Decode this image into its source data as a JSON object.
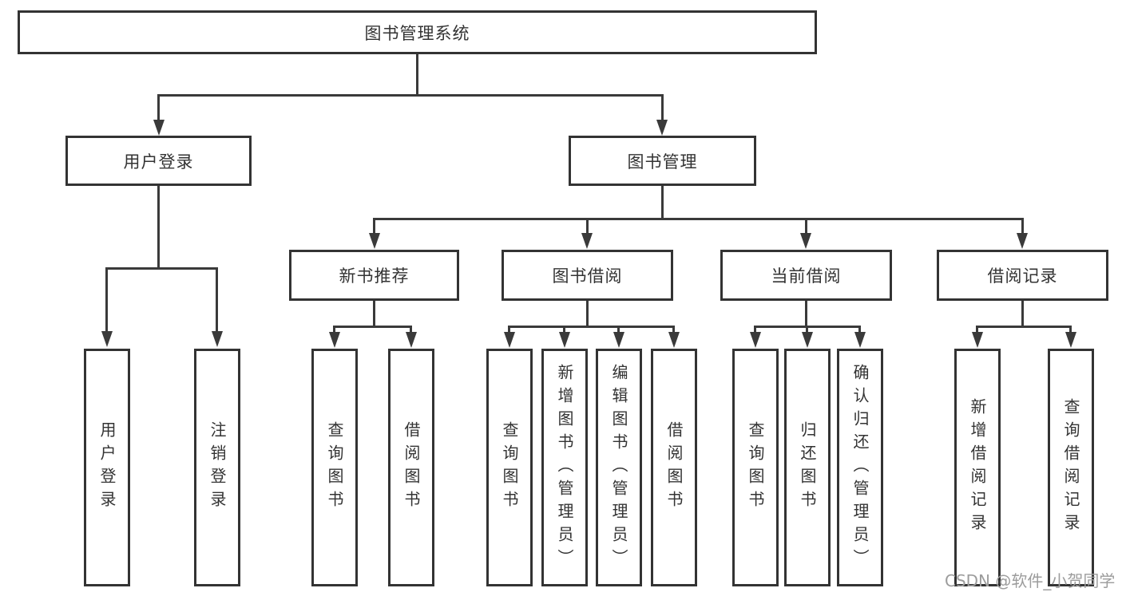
{
  "tree": {
    "root": "图书管理系统",
    "user_login": {
      "label": "用户登录",
      "children": [
        "用户登录",
        "注销登录"
      ]
    },
    "book_mgmt": {
      "label": "图书管理",
      "groups": [
        {
          "label": "新书推荐",
          "children": [
            "查询图书",
            "借阅图书"
          ]
        },
        {
          "label": "图书借阅",
          "children": [
            "查询图书",
            "新增图书（管理员）",
            "编辑图书（管理员）",
            "借阅图书"
          ]
        },
        {
          "label": "当前借阅",
          "children": [
            "查询图书",
            "归还图书",
            "确认归还（管理员）"
          ]
        },
        {
          "label": "借阅记录",
          "children": [
            "新增借阅记录",
            "查询借阅记录"
          ]
        }
      ]
    }
  },
  "watermark": "CSDN @软件_小贺同学",
  "colors": {
    "line": "#3a3a3a",
    "border": "#333333",
    "text": "#333333",
    "watermark": "#9c9c9c",
    "background": "#ffffff"
  }
}
